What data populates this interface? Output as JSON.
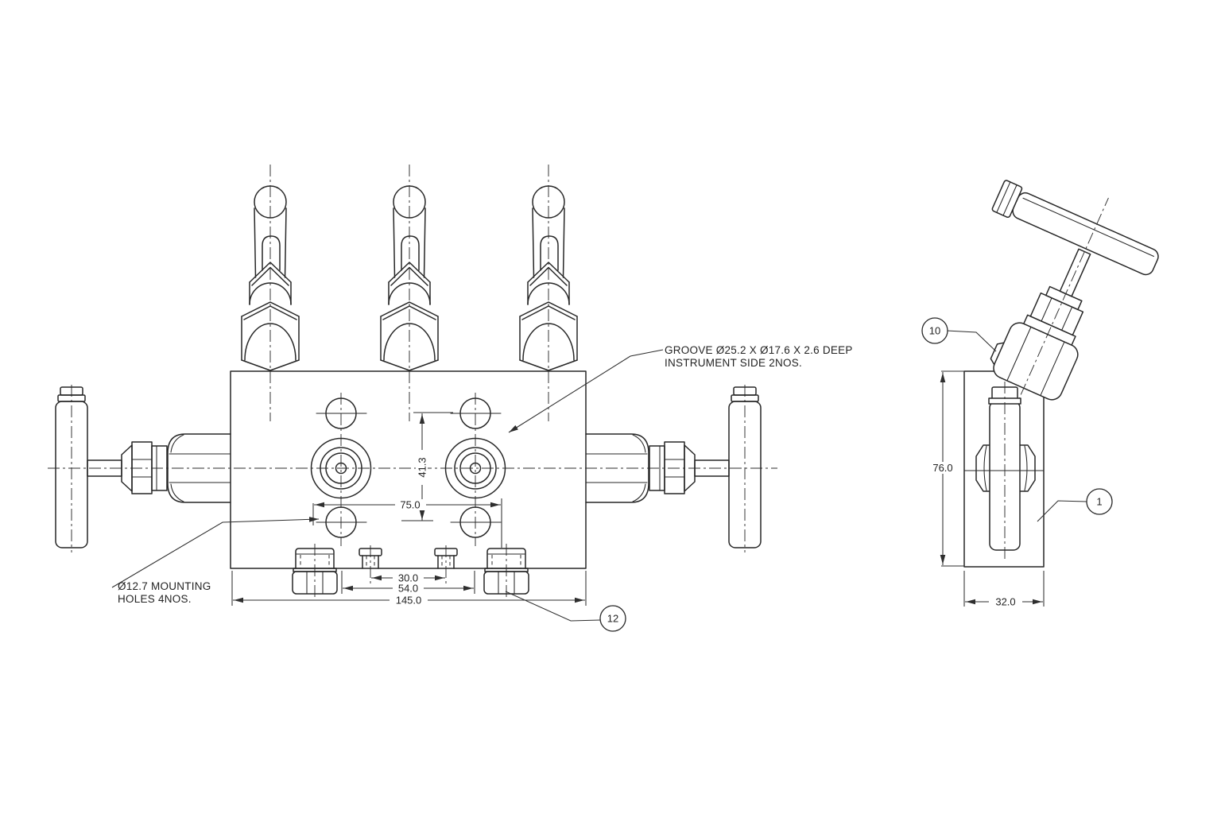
{
  "drawing": {
    "front_view": {
      "annotations": {
        "groove": {
          "line1": "GROOVE Ø25.2 X Ø17.6 X 2.6 DEEP",
          "line2": "INSTRUMENT SIDE 2NOS."
        },
        "mounting": {
          "line1": "Ø12.7 MOUNTING",
          "line2": "HOLES 4NOS."
        }
      },
      "dimensions": {
        "hole_vertical_spacing": "41.3",
        "plug_center_spacing": "75.0",
        "stud_spacing": "30.0",
        "port_spacing": "54.0",
        "overall_width": "145.0"
      },
      "balloons": {
        "vent_plug": "12"
      }
    },
    "side_view": {
      "dimensions": {
        "overall_height": "76.0",
        "overall_depth": "32.0"
      },
      "balloons": {
        "bonnet": "10",
        "body": "1"
      }
    }
  }
}
